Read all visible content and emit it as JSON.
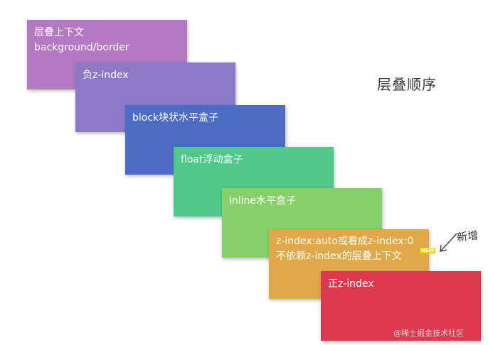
{
  "title": "层叠顺序",
  "layers": [
    {
      "lines": [
        "层叠上下文",
        "background/border"
      ],
      "color": "#b479c2"
    },
    {
      "lines": [
        "负z-index"
      ],
      "color": "#8d78c6"
    },
    {
      "lines": [
        "block块状水平盒子"
      ],
      "color": "#4c6cc4"
    },
    {
      "lines": [
        "float浮动盒子"
      ],
      "color": "#4ec98a"
    },
    {
      "lines": [
        "inline水平盒子"
      ],
      "color": "#84d16a"
    },
    {
      "lines": [
        "z-index:auto或看成z-index:0",
        "不依赖z-index的层叠上下文"
      ],
      "color": "#dfa94a"
    },
    {
      "lines": [
        "正z-index"
      ],
      "color": "#db3a4e"
    }
  ],
  "badge": "NEW",
  "annotation": "新增",
  "watermark": "@稀土掘金技术社区"
}
